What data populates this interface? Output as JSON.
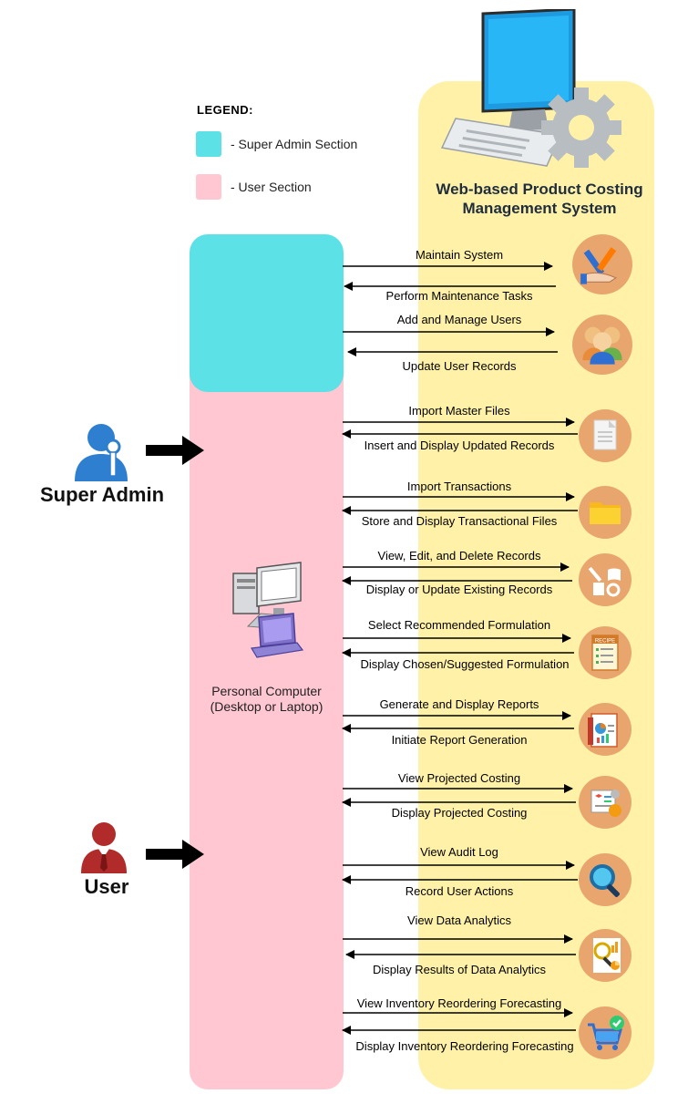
{
  "legend": {
    "title": "LEGEND:",
    "items": [
      {
        "label": "- Super Admin Section",
        "color": "#5ce1e6"
      },
      {
        "label": "- User Section",
        "color": "#ffc7d1"
      }
    ]
  },
  "system": {
    "title_line1": "Web-based Product Costing",
    "title_line2": "Management System",
    "icon": "desktop-computer-gear-icon"
  },
  "client": {
    "label_line1": "Personal Computer",
    "label_line2": "(Desktop or Laptop)",
    "icon": "desktop-and-laptop-icon"
  },
  "actors": {
    "super_admin": {
      "label": "Super Admin",
      "icon": "admin-with-key-icon",
      "color": "#2e7fd0"
    },
    "user": {
      "label": "User",
      "icon": "user-in-suit-icon",
      "color": "#b22b2b"
    }
  },
  "flows": [
    {
      "request": "Maintain System",
      "response": "Perform Maintenance Tasks",
      "icon": "maintenance-tools-icon"
    },
    {
      "request": "Add and Manage Users",
      "response": "Update User Records",
      "icon": "users-group-icon"
    },
    {
      "request": "Import Master Files",
      "response": "Insert and Display Updated Records",
      "icon": "document-icon"
    },
    {
      "request": "Import Transactions",
      "response": "Store and Display Transactional Files",
      "icon": "folder-icon"
    },
    {
      "request": "View, Edit, and Delete Records",
      "response": "Display or Update Existing Records",
      "icon": "records-edit-icon"
    },
    {
      "request": "Select Recommended Formulation",
      "response": "Display Chosen/Suggested Formulation",
      "icon": "recipe-icon"
    },
    {
      "request": "Generate and Display Reports",
      "response": "Initiate Report Generation",
      "icon": "report-icon"
    },
    {
      "request": "View Projected Costing",
      "response": "Display Projected Costing",
      "icon": "costing-icon"
    },
    {
      "request": "View Audit Log",
      "response": "Record User Actions",
      "icon": "magnifier-icon"
    },
    {
      "request": "View Data Analytics",
      "response": "Display Results of Data Analytics",
      "icon": "analytics-icon"
    },
    {
      "request": "View Inventory Reordering Forecasting",
      "response": "Display Inventory Reordering Forecasting",
      "icon": "shopping-cart-check-icon"
    }
  ],
  "recipe_icon_text": "RECIPE"
}
